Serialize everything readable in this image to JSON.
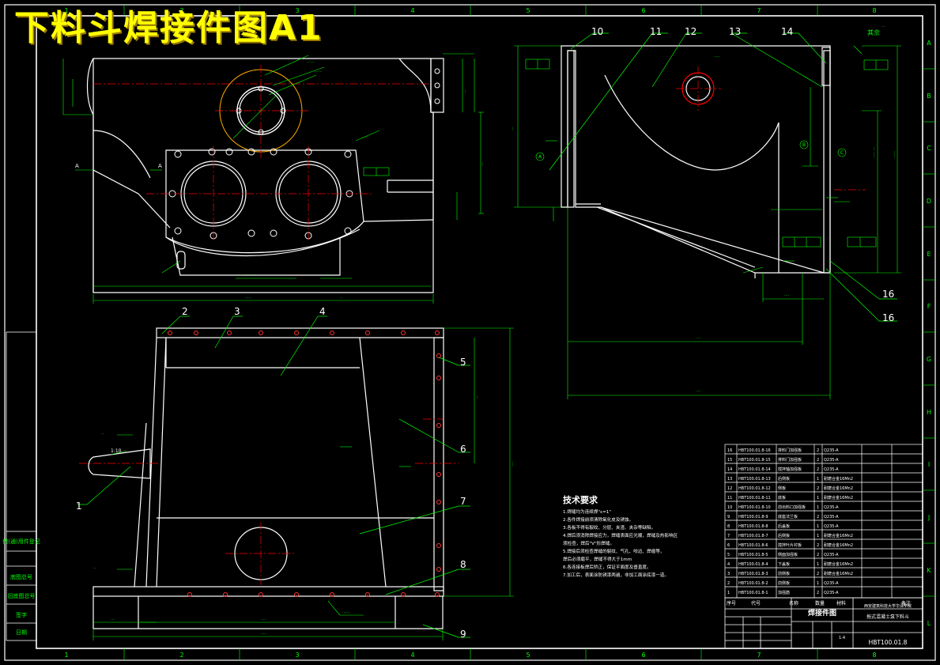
{
  "banner_title": "下料斗焊接件图A1",
  "zone_numbers": [
    "1",
    "2",
    "3",
    "4",
    "5",
    "6",
    "7",
    "8"
  ],
  "zone_letters": [
    "A",
    "B",
    "C",
    "D",
    "E",
    "F",
    "G",
    "H",
    "I",
    "J",
    "K",
    "L"
  ],
  "balloons": [
    "1",
    "2",
    "3",
    "4",
    "5",
    "6",
    "7",
    "8",
    "9",
    "10",
    "11",
    "12",
    "13",
    "14",
    "16",
    "16"
  ],
  "section_mark": "A",
  "roughness_note": "其余",
  "taper_note": "1:10",
  "tech_requirements": {
    "title": "技术要求",
    "lines": [
      "1.焊缝均为连续焊\"ε=1\"",
      "2.各件焊接前须清除氧化皮及锈蚀。",
      "3.各板不得有裂纹、分层、夹渣、夹杂等缺陷。",
      "4.焊后须消除焊接应力，焊缝表面应光顺，焊缝及热影响区",
      "  须检查，焊后\"V\"形焊缝。",
      "5.焊接后须检查焊缝的裂纹、气孔、咬边、焊瘤等，",
      "  焊后必须磨平，焊缝不得大于1mm",
      "6.各连接板焊后矫正，保证平面度及垂直度。",
      "7.加工后，表面涂防锈漆两遍，非加工面涂底漆一道。"
    ]
  },
  "bom": {
    "headers": [
      "序号",
      "代号",
      "名称",
      "数量",
      "材料",
      "备注"
    ],
    "rows": [
      [
        "16",
        "HBT100.01.8-16",
        "排料门加强板",
        "2",
        "Q235-A",
        ""
      ],
      [
        "15",
        "HBT100.01.8-15",
        "排料门加强板",
        "2",
        "Q235-A",
        ""
      ],
      [
        "14",
        "HBT100.01.8-14",
        "搅拌轴加强板",
        "2",
        "Q235-A",
        ""
      ],
      [
        "13",
        "HBT100.01.8-13",
        "后侧板",
        "1",
        "耐磨合金16Mn2",
        ""
      ],
      [
        "12",
        "HBT100.01.8-12",
        "侧板",
        "2",
        "耐磨合金16Mn2",
        ""
      ],
      [
        "11",
        "HBT100.01.8-11",
        "底板",
        "1",
        "耐磨合金16Mn2",
        ""
      ],
      [
        "10",
        "HBT100.01.8-10",
        "前出料口加强板",
        "1",
        "Q235-A",
        ""
      ],
      [
        "9",
        "HBT100.01.8-9",
        "底座法兰板",
        "2",
        "Q235-A",
        ""
      ],
      [
        "8",
        "HBT100.01.8-8",
        "后盖板",
        "1",
        "Q235-A",
        ""
      ],
      [
        "7",
        "HBT100.01.8-7",
        "后侧板",
        "1",
        "耐磨合金16Mn2",
        ""
      ],
      [
        "6",
        "HBT100.01.8-6",
        "搅拌叶片衬板",
        "2",
        "耐磨合金16Mn2",
        ""
      ],
      [
        "5",
        "HBT100.01.8-5",
        "侧面加强板",
        "2",
        "Q235-A",
        ""
      ],
      [
        "4",
        "HBT100.01.8-4",
        "下盖板",
        "1",
        "耐磨合金16Mn2",
        ""
      ],
      [
        "3",
        "HBT100.01.8-3",
        "前侧板",
        "2",
        "耐磨合金16Mn2",
        ""
      ],
      [
        "2",
        "HBT100.01.8-2",
        "前侧板",
        "1",
        "Q235-A",
        ""
      ],
      [
        "1",
        "HBT100.01.8-1",
        "加强筋",
        "2",
        "Q235-A",
        ""
      ]
    ]
  },
  "title_block": {
    "drawing_name": "焊接件图",
    "school": "西安建筑科技大学华清学院",
    "product": "拖式混凝土泵下料斗",
    "drawing_number": "HBT100.01.8",
    "scale": "1:4"
  },
  "side_labels": [
    "借(通)用件登记",
    "旧底图总号",
    "底图总号",
    "签字",
    "日期"
  ],
  "colors": {
    "background": "#000000",
    "outline": "#ffffff",
    "dimension": "#00ff00",
    "centerline": "#ff0000",
    "leader": "#00ff00",
    "banner": "#ffff00"
  }
}
